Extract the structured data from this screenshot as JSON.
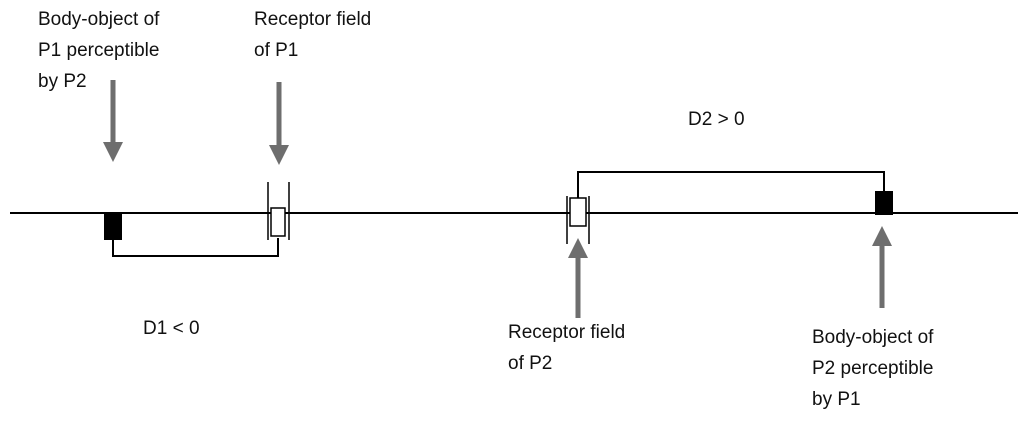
{
  "labels": {
    "body_object_p1": [
      "Body-object of",
      "P1 perceptible",
      "by P2"
    ],
    "receptor_p1": [
      "Receptor field",
      "of P1"
    ],
    "d2": "D2 > 0",
    "d1": "D1 < 0",
    "receptor_p2": [
      "Receptor field",
      "of P2"
    ],
    "body_object_p2": [
      "Body-object of",
      "P2 perceptible",
      "by P1"
    ]
  },
  "colors": {
    "line": "#000000",
    "arrow": "#6e6e6e",
    "body_object_fill": "#000000",
    "receptor_fill": "#ffffff",
    "text": "#111111"
  }
}
